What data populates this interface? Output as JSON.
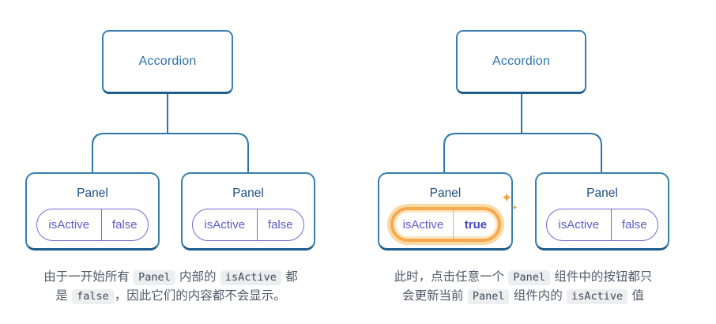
{
  "colors": {
    "box_border": "#3a7fae",
    "box_border_bottom": "#1d5d8c",
    "connector": "#2b78a8",
    "accordion_text": "#2a72a8",
    "panel_text": "#1d4e82",
    "pill_border": "#706dd2",
    "pill_text": "#5f5cc9",
    "true_text": "#4a43c4",
    "highlight_border": "#f6a94e",
    "highlight_halo": "#fbd9a4",
    "sparkle": "#f2a43e",
    "caption_text": "#515b6a",
    "code_chip_bg": "#eceef0",
    "code_chip_text": "#3e4a59"
  },
  "icons": {
    "sparkle": "✦"
  },
  "diagrams": [
    {
      "root_label": "Accordion",
      "panels": [
        {
          "label": "Panel",
          "state_key": "isActive",
          "state_value": "false",
          "highlighted": false
        },
        {
          "label": "Panel",
          "state_key": "isActive",
          "state_value": "false",
          "highlighted": false
        }
      ],
      "caption": [
        [
          [
            "t",
            "由于一开始所有 "
          ],
          [
            "c",
            "Panel"
          ],
          [
            "t",
            " 内部的 "
          ],
          [
            "c",
            "isActive"
          ],
          [
            "t",
            " 都"
          ]
        ],
        [
          [
            "t",
            "是 "
          ],
          [
            "c",
            "false"
          ],
          [
            "t",
            "，因此它们的内容都不会显示。"
          ]
        ]
      ]
    },
    {
      "root_label": "Accordion",
      "panels": [
        {
          "label": "Panel",
          "state_key": "isActive",
          "state_value": "true",
          "highlighted": true
        },
        {
          "label": "Panel",
          "state_key": "isActive",
          "state_value": "false",
          "highlighted": false
        }
      ],
      "caption": [
        [
          [
            "t",
            "此时，点击任意一个 "
          ],
          [
            "c",
            "Panel"
          ],
          [
            "t",
            " 组件中的按钮都只"
          ]
        ],
        [
          [
            "t",
            "会更新当前 "
          ],
          [
            "c",
            "Panel"
          ],
          [
            "t",
            " 组件内的 "
          ],
          [
            "c",
            "isActive"
          ],
          [
            "t",
            " 值"
          ]
        ]
      ]
    }
  ]
}
